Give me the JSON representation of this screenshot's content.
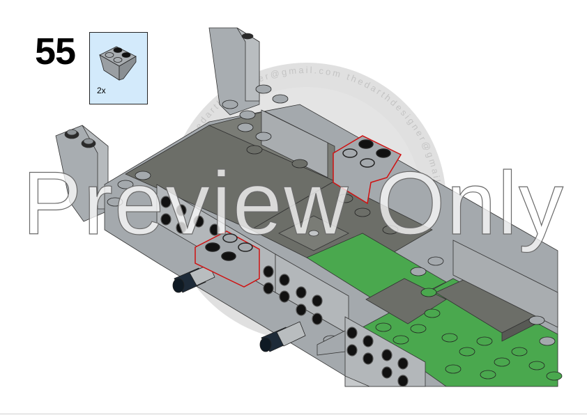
{
  "page": {
    "step_number": "55",
    "parts_callout": {
      "quantity": "2x",
      "part_icon": "inverted-slope-brick-2x2-icon",
      "part_color": "#a0a5a9",
      "background": "#d3eafb"
    },
    "watermark": {
      "overlay_text": "Preview Only",
      "circular_text": "thedarthdesigner@gmail.com"
    },
    "colors": {
      "light_bluish_gray": "#a0a5a9",
      "dark_bluish_gray": "#6c6e68",
      "green": "#4aa84e",
      "highlight_outline": "#d01010",
      "stud_black": "#111111"
    }
  }
}
